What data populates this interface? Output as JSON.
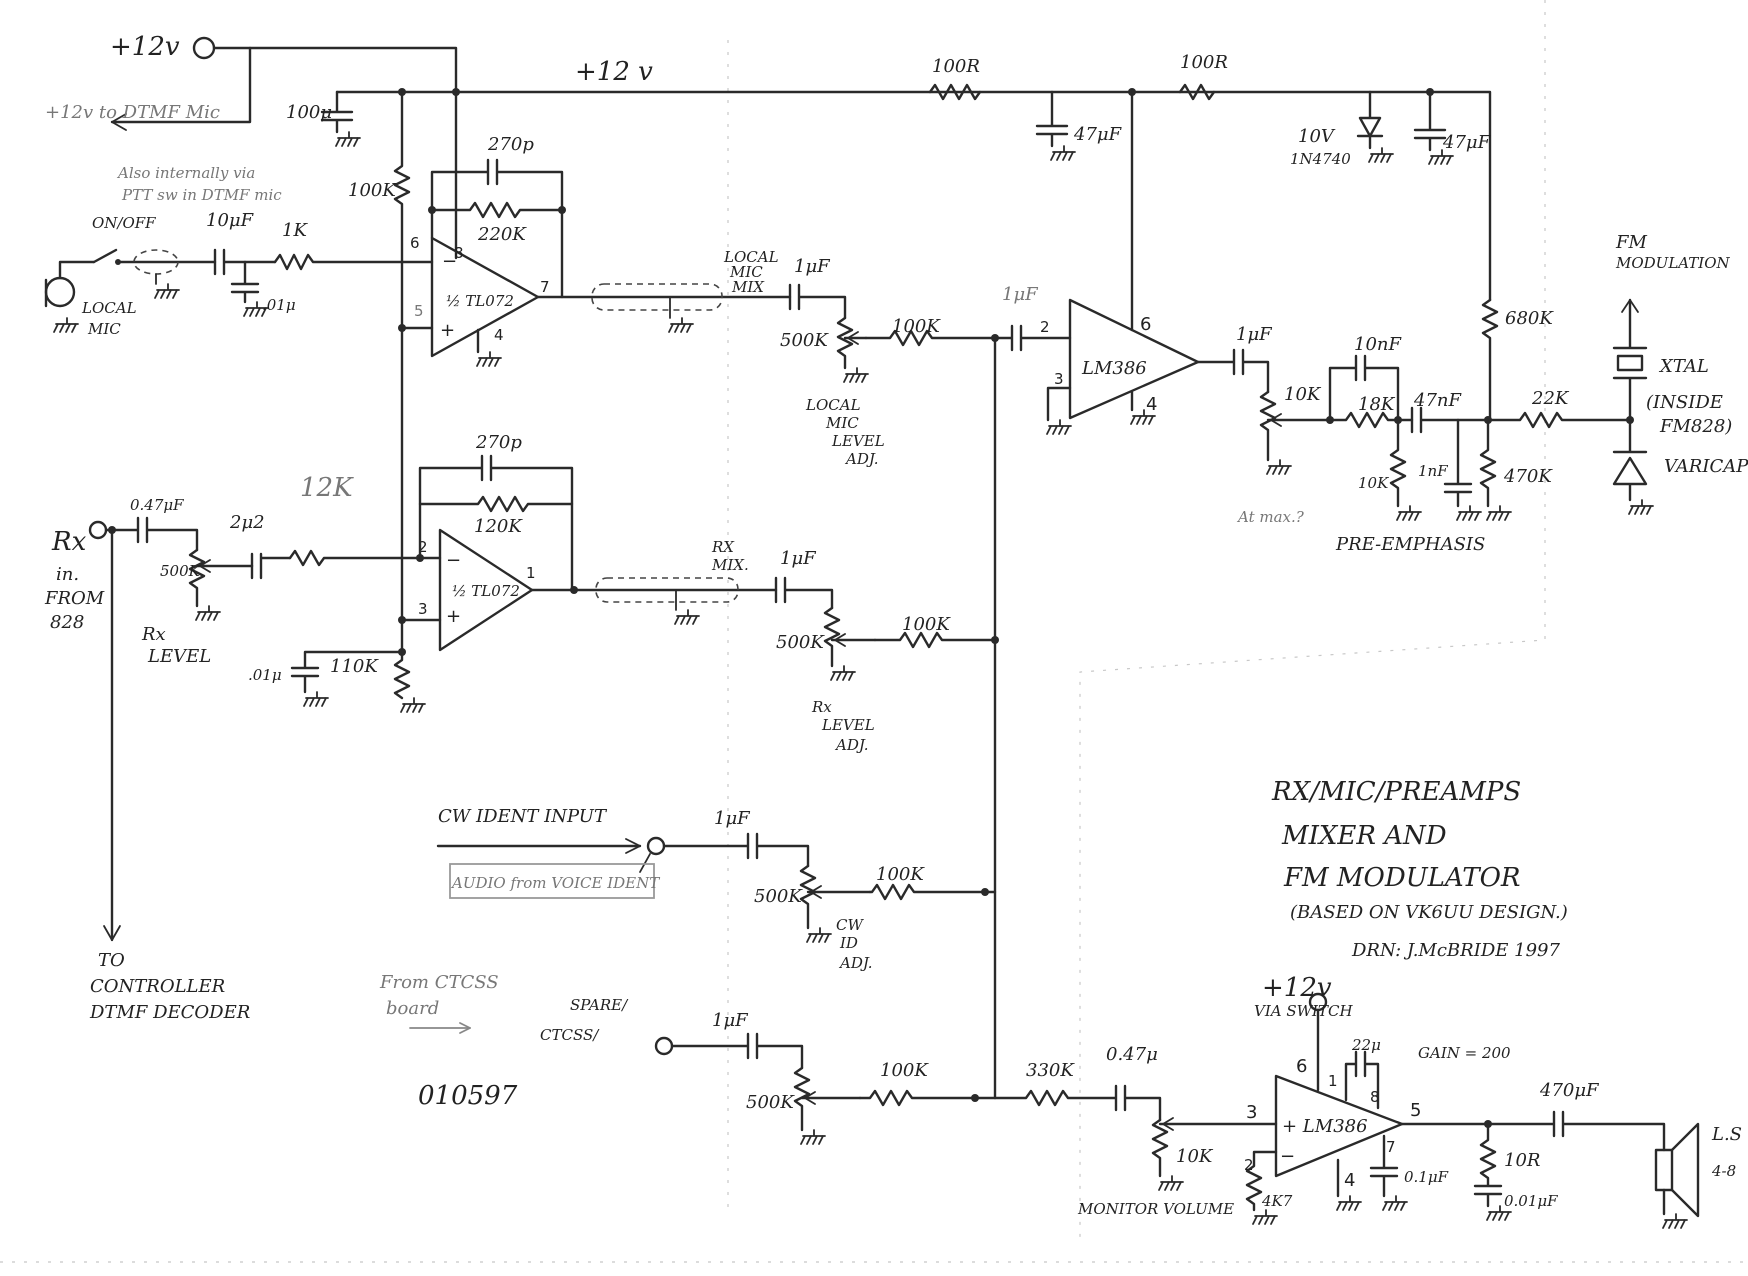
{
  "supply": {
    "main": "+12v",
    "rail": "+12 v",
    "to_dtmf_mic": "+12v to DTMF Mic",
    "monitor_amp_supply": "+12v",
    "via_switch": "VIA SWITCH"
  },
  "notes": {
    "ptt_note_line1": "Also internally via",
    "ptt_note_line2": "PTT sw in DTMF mic",
    "at_max": "At max.?",
    "audio_from_voice_ident": "AUDIO from VOICE IDENT",
    "from_ctcss_line1": "From CTCSS",
    "from_ctcss_line2": "board",
    "twelve_k": "12K"
  },
  "local_mic": {
    "switch": "ON/OFF",
    "label_line1": "LOCAL",
    "label_line2": "MIC",
    "cap_in": "10μF",
    "resistor_in": "1K",
    "cap_shunt": ".01μ",
    "bias_resistor": "100K",
    "supply_cap": "100μ",
    "feedback_cap": "270p",
    "feedback_resistor": "220K",
    "opamp": "½ TL072",
    "mix_label_line1": "LOCAL",
    "mix_label_line2": "MIC",
    "mix_label_line3": "MIX",
    "coupling_cap": "1μF",
    "level_pot": "500K",
    "mix_resistor": "100K",
    "adj_line1": "LOCAL",
    "adj_line2": "MIC",
    "adj_line3": "LEVEL",
    "adj_line4": "ADJ."
  },
  "rx": {
    "label_line1": "Rx",
    "label_line2": "in.",
    "label_line3": "FROM",
    "label_line4": "828",
    "cap_in": "0.47μF",
    "level_pot": "500K",
    "level_line1": "Rx",
    "level_line2": "LEVEL",
    "cap_2": "2μ2",
    "feedback_cap": "270p",
    "feedback_resistor": "120K",
    "opamp": "½ TL072",
    "bias_cap": ".01μ",
    "bias_resistor": "110K",
    "mix_label_line1": "RX",
    "mix_label_line2": "MIX.",
    "coupling_cap": "1μF",
    "mix_resistor": "100K",
    "adj_line1": "Rx",
    "adj_line2": "LEVEL",
    "adj_line3": "ADJ.",
    "to_line1": "TO",
    "to_line2": "CONTROLLER",
    "to_line3": "DTMF DECODER"
  },
  "cw": {
    "input": "CW IDENT INPUT",
    "coupling_cap": "1μF",
    "pot": "500K",
    "mix_resistor": "100K",
    "adj_line1": "CW",
    "adj_line2": "ID",
    "adj_line3": "ADJ."
  },
  "spare": {
    "label_line1": "SPARE/",
    "label_line2": "CTCSS/",
    "coupling_cap": "1μF",
    "pot": "500K",
    "mix_resistor": "100K",
    "date_code": "010597"
  },
  "modulator": {
    "rail_resistor_1": "100R",
    "rail_resistor_2": "100R",
    "rail_cap_1": "47μF",
    "rail_cap_2": "47μF",
    "zener_line1": "10V",
    "zener_line2": "1N4740",
    "sum_cap": "1μF",
    "amp": "LM386",
    "out_cap": "1μF",
    "pot": "10K",
    "pre_r": "18K",
    "pre_c": "10nF",
    "pre_shunt_r": "10K",
    "pre_shunt_c": "1nF",
    "pre_series_c": "47nF",
    "bias_r_top": "680K",
    "bias_r_bottom": "470K",
    "series_r": "22K",
    "pre_emphasis": "PRE-EMPHASIS",
    "fm_line1": "FM",
    "fm_line2": "MODULATION",
    "xtal": "XTAL",
    "inside_line1": "(INSIDE",
    "inside_line2": "FM828)",
    "varicap": "VARICAP"
  },
  "monitor": {
    "series_r": "330K",
    "cap": "0.47μ",
    "pot": "10K",
    "volume": "MONITOR VOLUME",
    "amp": "+ LM386",
    "bias_r": "4K7",
    "gain_cap": "22μ",
    "gain": "GAIN = 200",
    "bypass_cap": "0.1μF",
    "zobel_r": "10R",
    "zobel_c": "0.01μF",
    "out_cap": "470μF",
    "speaker_line1": "L.S",
    "speaker_line2": "4-8"
  },
  "pins": {
    "u1a_inv": "6",
    "u1a_noninv": "5",
    "u1a_vplus": "8",
    "u1a_out": "7",
    "u1a_gnd": "4",
    "u1b_inv": "2",
    "u1b_noninv": "3",
    "u1b_out": "1",
    "u2_in": "2",
    "u2_gnd_in": "3",
    "u2_vs": "6",
    "u2_gnd": "4",
    "u3_in": "3",
    "u3_inv": "2",
    "u3_vs": "6",
    "u3_g1": "1",
    "u3_g8": "8",
    "u3_out": "5",
    "u3_byp": "7",
    "u3_gnd": "4"
  },
  "title": {
    "line1": "RX/MIC/PREAMPS",
    "line2": "MIXER AND",
    "line3": "FM MODULATOR",
    "line4": "(BASED ON VK6UU DESIGN.)",
    "line5": "DRN: J.McBRIDE  1997"
  }
}
